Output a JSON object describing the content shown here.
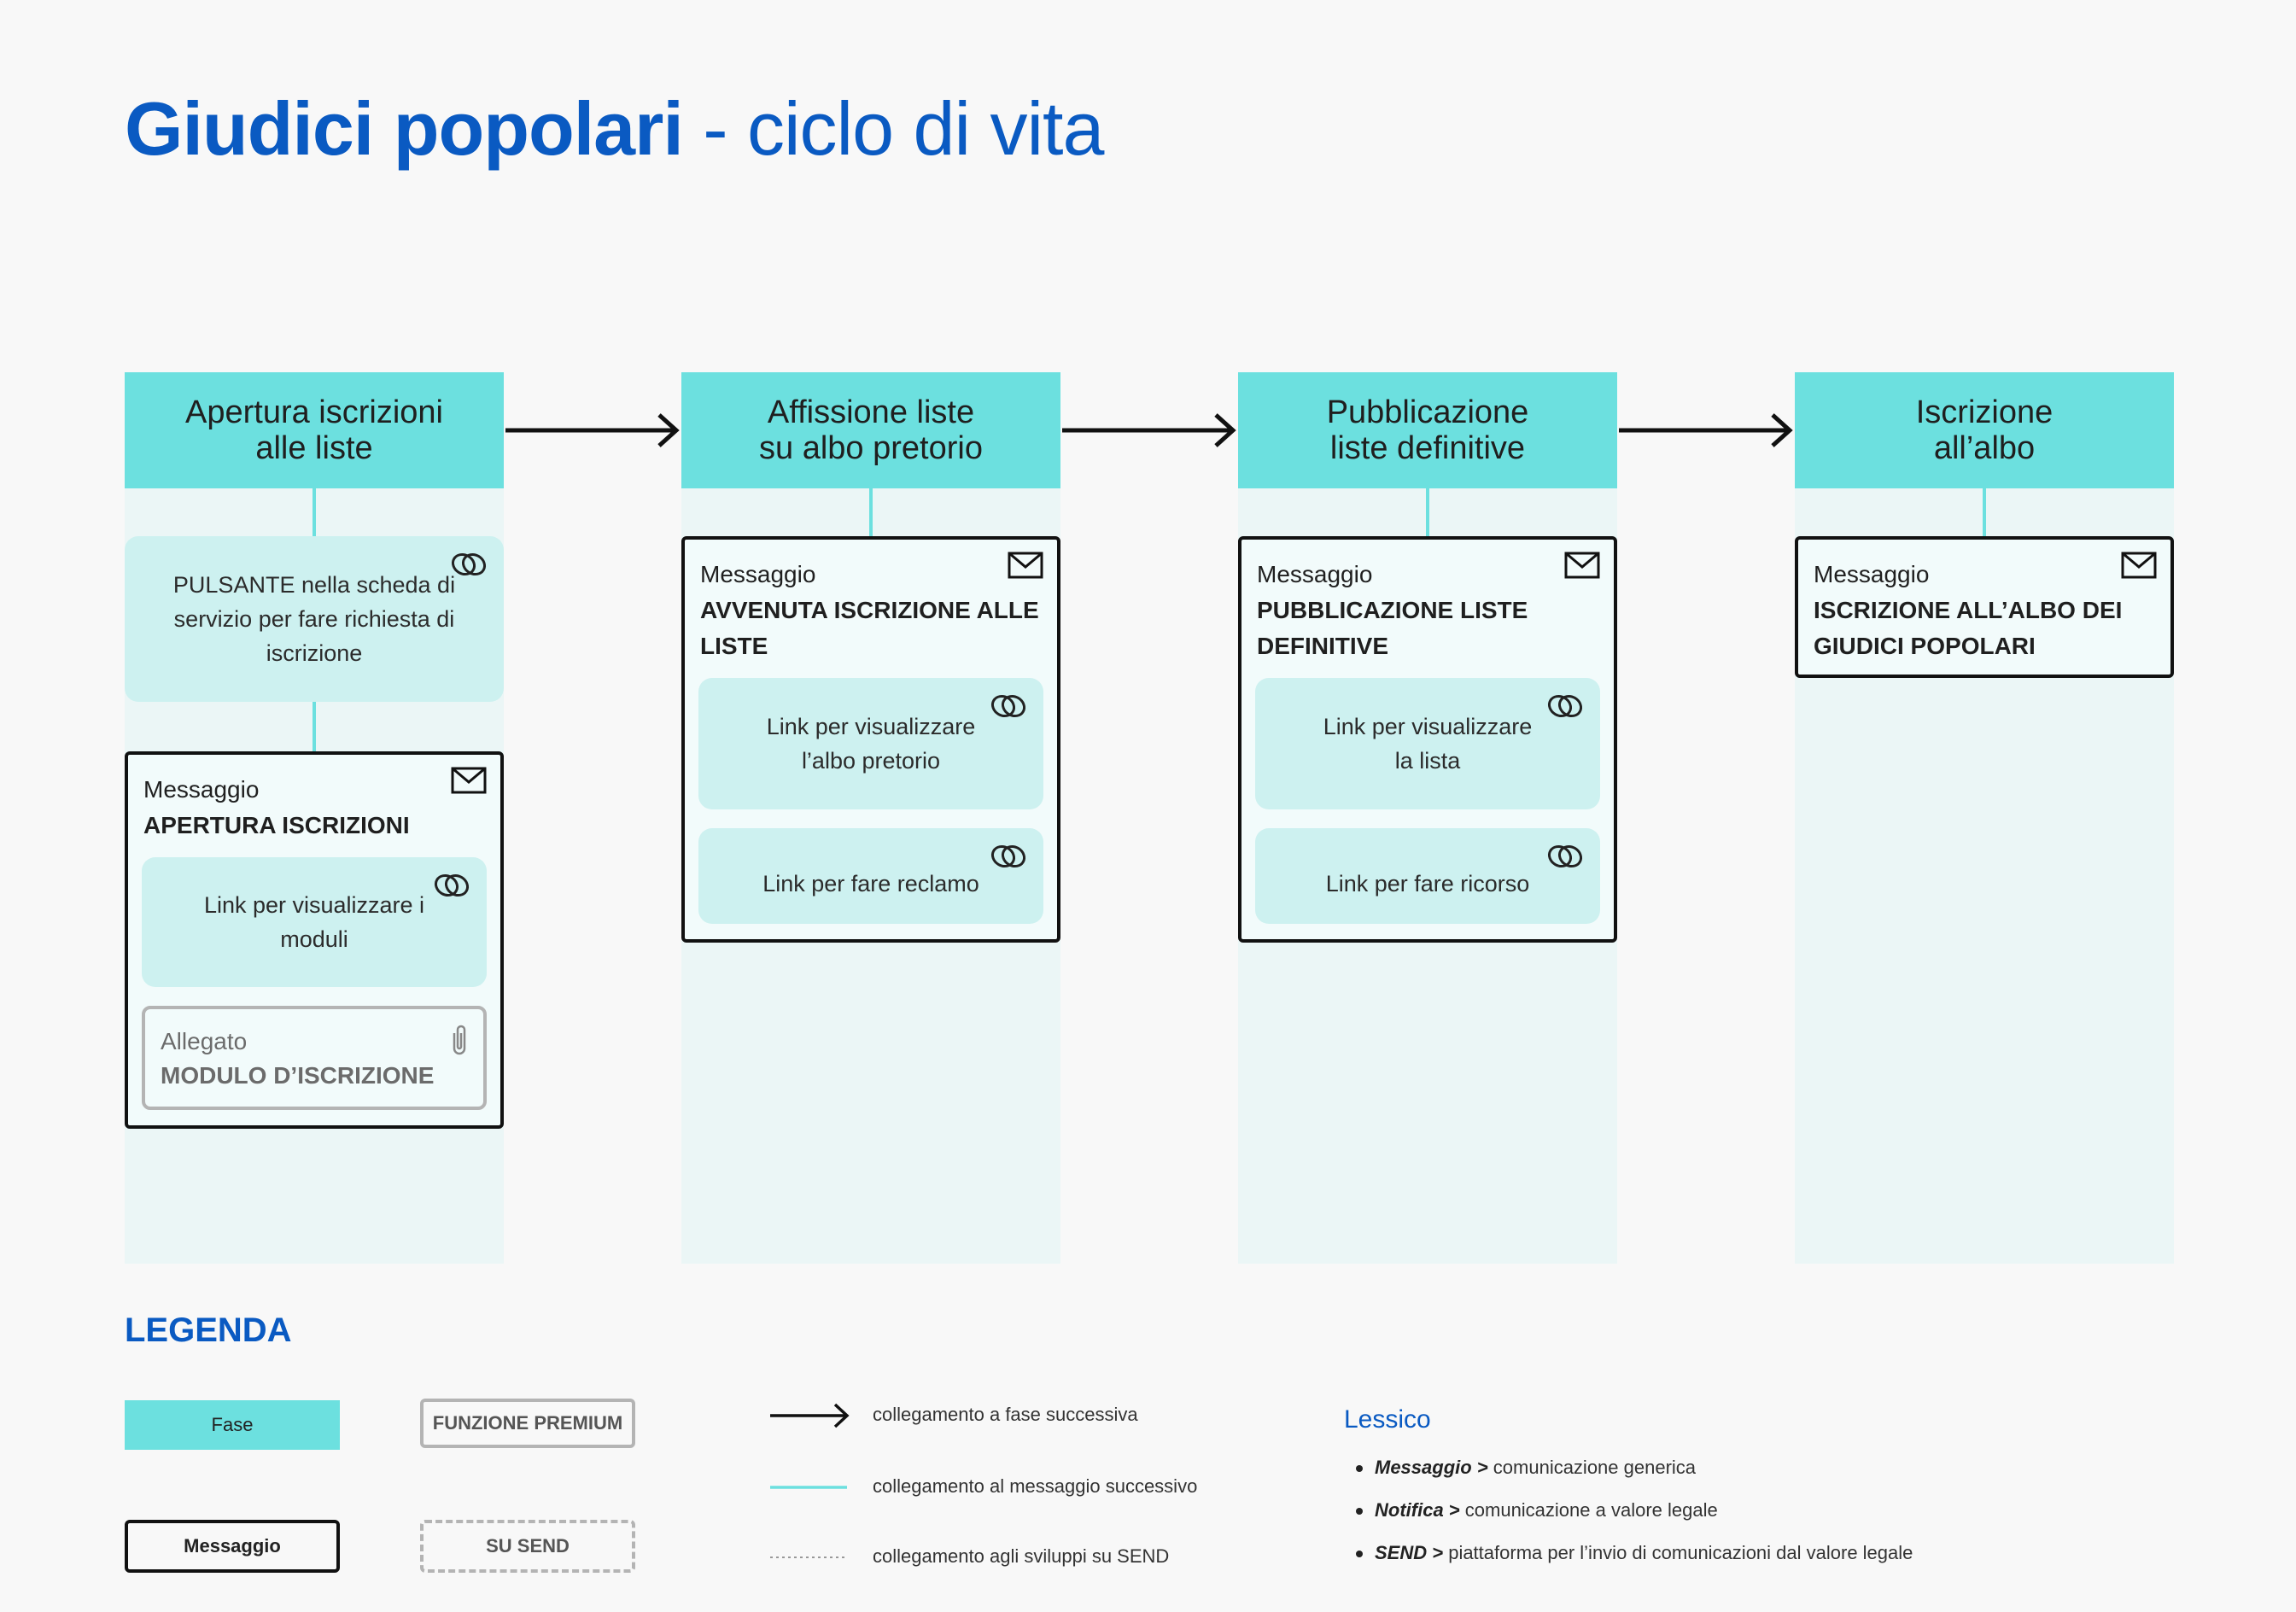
{
  "title": {
    "bold": "Giudici popolari",
    "rest": "- ciclo di vita"
  },
  "phases": [
    {
      "label_line1": "Apertura iscrizioni",
      "label_line2": "alle liste"
    },
    {
      "label_line1": "Affissione liste",
      "label_line2": "su albo pretorio"
    },
    {
      "label_line1": "Pubblicazione",
      "label_line2": "liste definitive"
    },
    {
      "label_line1": "Iscrizione",
      "label_line2": "all’albo"
    }
  ],
  "col1": {
    "button_card": {
      "line1": "PULSANTE nella scheda di",
      "line2": "servizio per fare richiesta di",
      "line3": "iscrizione",
      "icon": "link-icon"
    },
    "message": {
      "label": "Messaggio",
      "title": "APERTURA ISCRIZIONI",
      "icon": "mail-icon"
    },
    "link": {
      "line1": "Link per visualizzare i",
      "line2": "moduli"
    },
    "attachment": {
      "label": "Allegato",
      "title": "MODULO D’ISCRIZIONE",
      "icon": "paperclip-icon"
    }
  },
  "col2": {
    "message": {
      "label": "Messaggio",
      "title_line1": "AVVENUTA ISCRIZIONE ALLE",
      "title_line2": "LISTE"
    },
    "links": [
      {
        "line1": "Link per visualizzare",
        "line2": "l’albo pretorio"
      },
      {
        "line1": "Link per fare reclamo"
      }
    ]
  },
  "col3": {
    "message": {
      "label": "Messaggio",
      "title_line1": "PUBBLICAZIONE LISTE",
      "title_line2": "DEFINITIVE"
    },
    "links": [
      {
        "line1": "Link per visualizzare",
        "line2": "la lista"
      },
      {
        "line1": "Link per fare ricorso"
      }
    ]
  },
  "col4": {
    "message": {
      "label": "Messaggio",
      "title_line1": "ISCRIZIONE ALL’ALBO DEI",
      "title_line2": "GIUDICI POPOLARI"
    }
  },
  "legend": {
    "title": "LEGENDA",
    "boxes": {
      "phase": "Fase",
      "message": "Messaggio",
      "premium": "FUNZIONE PREMIUM",
      "send": "SU SEND"
    },
    "lines": [
      {
        "text": "collegamento a fase successiva"
      },
      {
        "text": "collegamento al messaggio successivo"
      },
      {
        "text": "collegamento agli sviluppi su SEND"
      }
    ]
  },
  "lessico": {
    "title": "Lessico",
    "items": [
      {
        "term": "Messaggio",
        "sep": " > ",
        "def": "comunicazione generica"
      },
      {
        "term": "Notifica",
        "sep": " > ",
        "def": "comunicazione a valore legale"
      },
      {
        "term": "SEND",
        "sep": " > ",
        "def": "piattaforma per  l’invio di comunicazioni dal valore legale"
      }
    ]
  },
  "colors": {
    "accent": "#0a5ac2",
    "phase": "#6ce0df",
    "link_card": "#cdf1f0",
    "column_bg": "#ebf6f6"
  }
}
